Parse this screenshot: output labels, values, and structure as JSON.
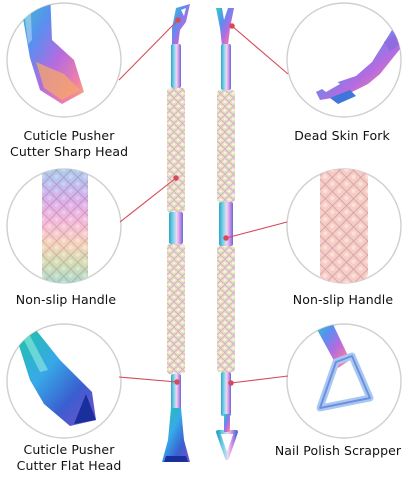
{
  "labels": {
    "pusher_sharp": [
      "Cuticle Pusher",
      "Cutter Sharp Head"
    ],
    "fork": [
      "Dead Skin Fork"
    ],
    "handle_left": [
      "Non-slip Handle"
    ],
    "handle_right": [
      "Non-slip Handle"
    ],
    "pusher_flat": [
      "Cuticle Pusher",
      "Cutter Flat Head"
    ],
    "scrapper": [
      "Nail Polish Scrapper"
    ]
  },
  "colors": {
    "circle_border": "#c9c9c9",
    "callout_line": "#d64a5a",
    "rainbow": [
      "#3fd0d8",
      "#6aa8f0",
      "#b07ae6",
      "#f08ac0",
      "#f6c27a",
      "#a8e07a",
      "#5fd6b0"
    ]
  }
}
